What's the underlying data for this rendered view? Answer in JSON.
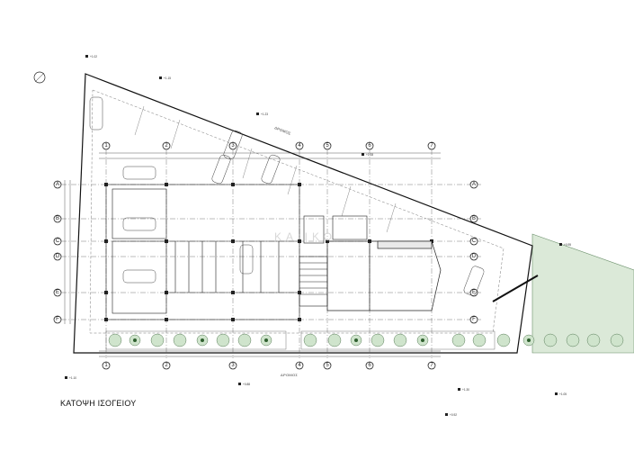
{
  "drawing_title": "ΚΑΤΟΨΗ ΙΣΟΓΕΙΟΥ",
  "watermark": "ΚΑ ΙΚΟ",
  "streets": {
    "diagonal": "ΔΡΟΜΟΣ",
    "bottom": "ΔΡΟΜΟΣ"
  },
  "grid_columns": [
    "1",
    "2",
    "3",
    "4",
    "5",
    "6",
    "7"
  ],
  "grid_rows": [
    "A",
    "B",
    "C",
    "D",
    "E",
    "F"
  ],
  "level_tags": [
    "+1.02",
    "+1.15",
    "+1.23",
    "+1.08",
    "+0.95",
    "+1.10",
    "+0.88",
    "+1.30",
    "+1.05",
    "+0.92"
  ],
  "colors": {
    "green_area": "#dbe9d8",
    "tree_fill": "#cfe4cc",
    "line": "#222222"
  }
}
